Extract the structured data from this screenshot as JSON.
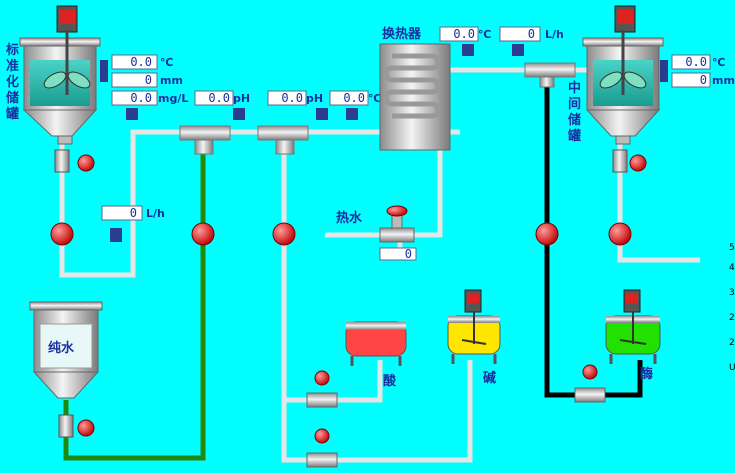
{
  "tanks": {
    "standard": {
      "label": [
        "标",
        "准",
        "化",
        "储",
        "罐"
      ]
    },
    "middle": {
      "label": [
        "中",
        "间",
        "储",
        "罐"
      ]
    },
    "pure_water": {
      "label": "纯水"
    },
    "acid": {
      "label": "酸"
    },
    "alkali": {
      "label": "碱"
    },
    "enzyme": {
      "label": "酶"
    }
  },
  "exchanger": {
    "label": "换热器"
  },
  "hot_water": {
    "label": "热水",
    "valve_value": "0"
  },
  "readouts": {
    "std_temp": {
      "value": "0.0",
      "unit": "℃"
    },
    "std_level": {
      "value": "0",
      "unit": "mm"
    },
    "std_conc": {
      "value": "0.0",
      "unit": "mg/L"
    },
    "ph1": {
      "value": "0.0",
      "unit": "pH"
    },
    "ph2": {
      "value": "0.0",
      "unit": "pH"
    },
    "line_temp": {
      "value": "0.0",
      "unit": "℃"
    },
    "hx_temp": {
      "value": "0.0",
      "unit": "℃"
    },
    "hx_flow": {
      "value": "0",
      "unit": "L/h"
    },
    "mid_temp": {
      "value": "0.0",
      "unit": "℃"
    },
    "mid_level": {
      "value": "0",
      "unit": "mm"
    },
    "feed_flow": {
      "value": "0",
      "unit": "L/h"
    }
  },
  "side_ticks": [
    "5",
    "4",
    "3",
    "2",
    "2",
    "U"
  ],
  "colors": {
    "background": "#00ffff",
    "green_pipe": "#1f8a12",
    "black_pipe": "#000000",
    "pump_red": "#e60000",
    "acid_red": "#ff4444",
    "alkali_yellow": "#ffe600",
    "enzyme_green": "#22e000"
  }
}
